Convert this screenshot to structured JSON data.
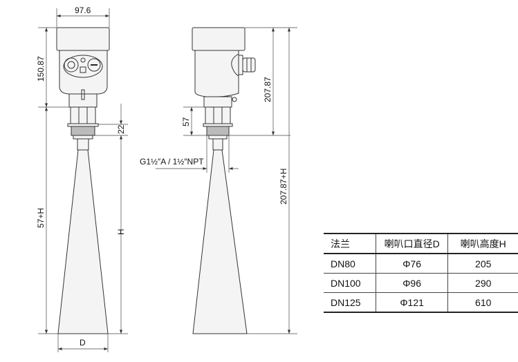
{
  "dimensions": {
    "width_top": "97.6",
    "height_head_left": "150.87",
    "total_left": "57+H",
    "thread_height": "22",
    "horn_height": "H",
    "horn_diameter": "D",
    "neck_height": "57",
    "height_head_right": "207.87",
    "total_right": "207.87+H",
    "thread_label": "G1½″A / 1½″NPT"
  },
  "table": {
    "headers": [
      "法兰",
      "喇叭口直径D",
      "喇叭高度H"
    ],
    "rows": [
      [
        "DN80",
        "Φ76",
        "205"
      ],
      [
        "DN100",
        "Φ96",
        "290"
      ],
      [
        "DN125",
        "Φ121",
        "610"
      ]
    ]
  }
}
